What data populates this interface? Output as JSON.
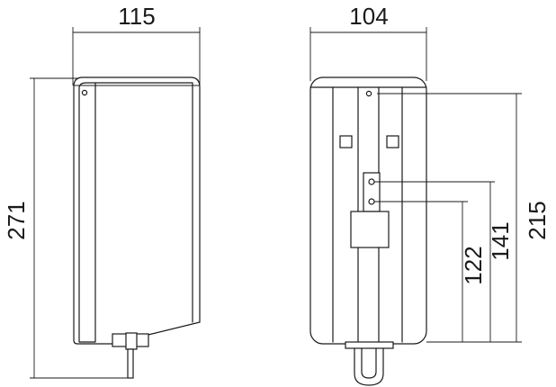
{
  "dimensions": {
    "side_width": "115",
    "side_height": "271",
    "front_width": "104",
    "front_height_total": "215",
    "front_height_upper": "141",
    "front_height_lower": "122"
  },
  "colors": {
    "line": "#1a1a1a",
    "background": "#ffffff"
  }
}
